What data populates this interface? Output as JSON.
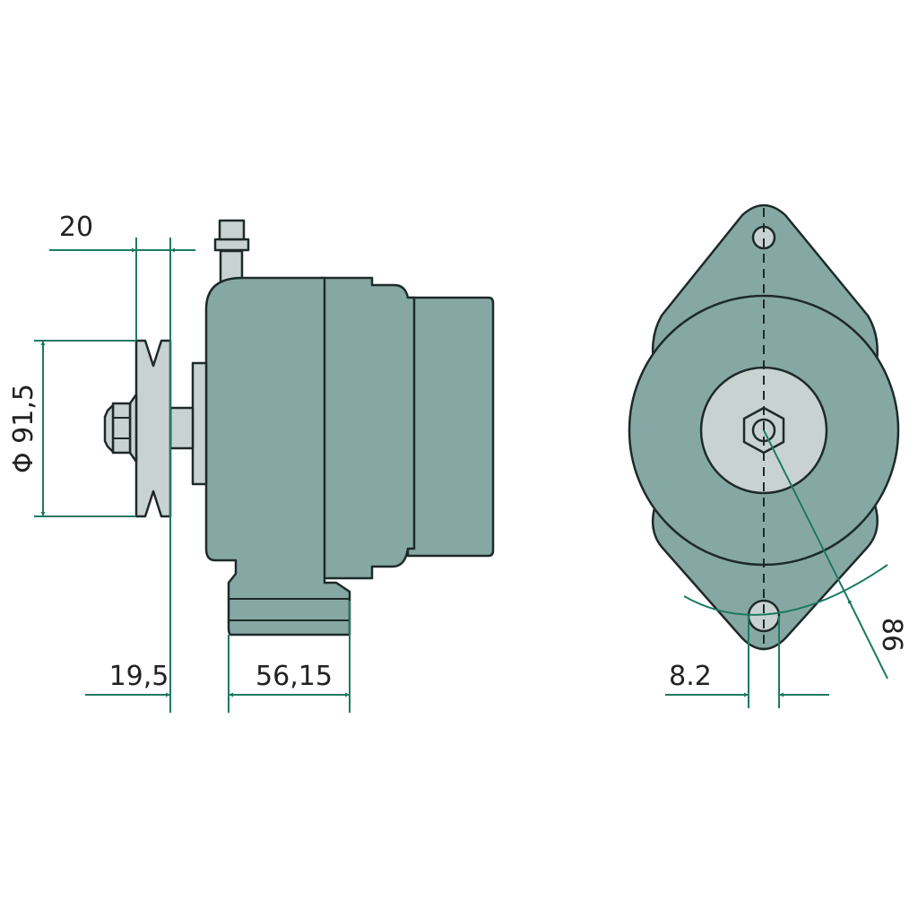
{
  "title": "Alternator dimension drawing",
  "dimensions": {
    "pulley_width": "20",
    "pulley_diameter": "Φ 91,5",
    "pulley_offset": "19,5",
    "foot_width": "56,15",
    "hole_diameter": "8.2",
    "mount_radius": "86"
  },
  "colors": {
    "body": "#86a8a4",
    "light_parts": "#c8d3d1",
    "dimension_lines": "#1e7a62",
    "outline": "#1d2a29"
  }
}
